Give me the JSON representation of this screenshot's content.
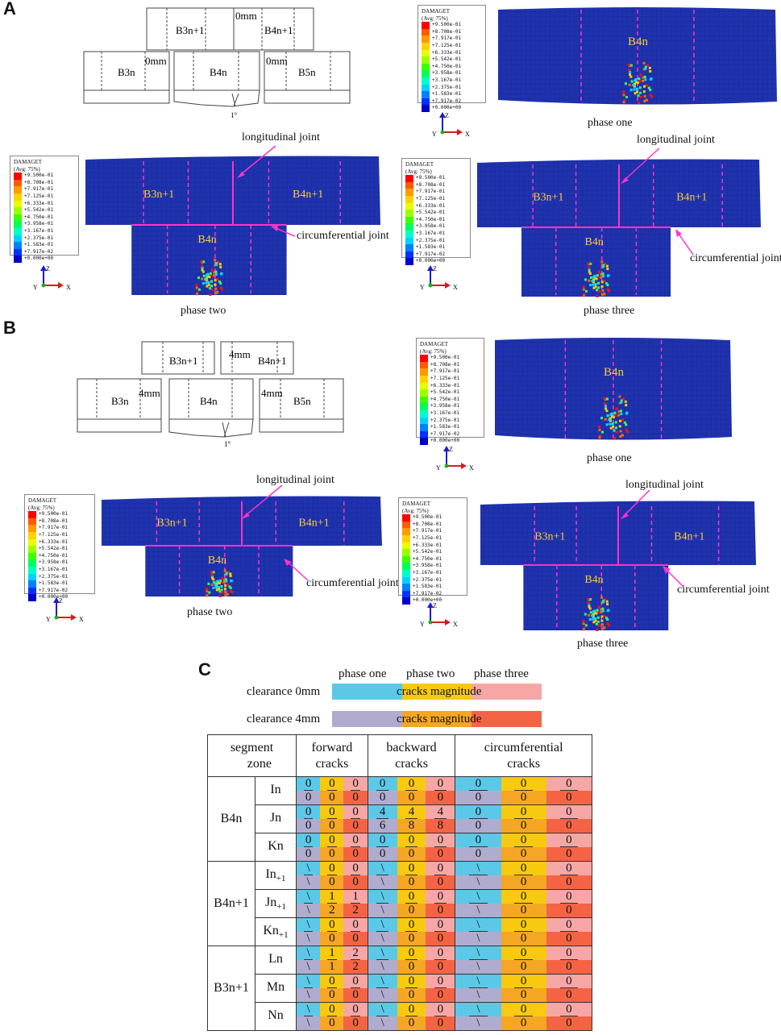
{
  "panels": {
    "A": {
      "letter": "A",
      "schematic": {
        "top_gap": "0mm",
        "side_gap_left": "0mm",
        "side_gap_right": "0mm",
        "labels": {
          "b3n1": "B3n+1",
          "b4n1": "B4n+1",
          "b3n": "B3n",
          "b4n": "B4n",
          "b5n": "B5n"
        },
        "angle": "1°"
      },
      "phase_one": {
        "segment": "B4n",
        "caption": "phase one"
      },
      "phase_two": {
        "left": "B3n+1",
        "right": "B4n+1",
        "bottom": "B4n",
        "caption": "phase two",
        "long_joint": "longitudinal joint",
        "circ_joint": "circumferential joint"
      },
      "phase_three": {
        "left": "B3n+1",
        "right": "B4n+1",
        "bottom": "B4n",
        "caption": "phase three",
        "long_joint": "longitudinal joint",
        "circ_joint": "circumferential joint"
      }
    },
    "B": {
      "letter": "B",
      "schematic": {
        "top_gap": "4mm",
        "side_gap_left": "4mm",
        "side_gap_right": "4mm",
        "labels": {
          "b3n1": "B3n+1",
          "b4n1": "B4n+1",
          "b3n": "B3n",
          "b4n": "B4n",
          "b5n": "B5n"
        },
        "angle": "1°"
      },
      "phase_one": {
        "segment": "B4n",
        "caption": "phase one"
      },
      "phase_two": {
        "left": "B3n+1",
        "right": "B4n+1",
        "bottom": "B4n",
        "caption": "phase two",
        "long_joint": "longitudinal joint",
        "circ_joint": "circumferential joint"
      },
      "phase_three": {
        "left": "B3n+1",
        "right": "B4n+1",
        "bottom": "B4n",
        "caption": "phase three",
        "long_joint": "longitudinal joint",
        "circ_joint": "circumferential joint"
      }
    },
    "C": {
      "letter": "C"
    }
  },
  "legend": {
    "title": "DAMAGET",
    "avg": "(Avg: 75%)",
    "values": [
      "+9.500e-01",
      "+8.708e-01",
      "+7.917e-01",
      "+7.125e-01",
      "+6.333e-01",
      "+5.542e-01",
      "+4.750e-01",
      "+3.958e-01",
      "+3.167e-01",
      "+2.375e-01",
      "+1.583e-01",
      "+7.917e-02",
      "+0.000e+00"
    ],
    "colors": [
      "#ff0000",
      "#ff5a00",
      "#ff9a00",
      "#ffd200",
      "#e6ff00",
      "#9bff00",
      "#3cff00",
      "#00ff5a",
      "#00ffc8",
      "#00d2ff",
      "#0082ff",
      "#0032ff",
      "#0000c8"
    ]
  },
  "axes": {
    "z": "Z",
    "x": "X",
    "y": "Y"
  },
  "colors": {
    "fem_blue": "#1a2fa8",
    "joint": "#ff33cc",
    "seg_text": "#ffcc33",
    "c_blue": "#5bc8e8",
    "c_yellow": "#f7c910",
    "c_pink": "#f7a6a6",
    "c_lav": "#b0acd0",
    "c_orange": "#f5a623",
    "c_red": "#f46444"
  },
  "part_c": {
    "phase_headers": [
      "phase one",
      "phase two",
      "phase three"
    ],
    "bars": [
      {
        "label": "clearance 0mm",
        "text": "cracks magnitude"
      },
      {
        "label": "clearance 4mm",
        "text": "cracks magnitude"
      }
    ],
    "table": {
      "corner_top": "segment",
      "corner_bottom": "zone",
      "col_headers": [
        "forward\ncracks",
        "backward\ncracks",
        "circumferential\ncracks"
      ],
      "groups": [
        {
          "segment": "B4n",
          "rows": [
            {
              "zone": "In",
              "sub": "",
              "top": [
                "0",
                "0",
                "0",
                "0",
                "0",
                "0",
                "0",
                "0",
                "0"
              ],
              "bot": [
                "0",
                "0",
                "0",
                "0",
                "0",
                "0",
                "0",
                "0",
                "0"
              ]
            },
            {
              "zone": "Jn",
              "sub": "",
              "top": [
                "0",
                "0",
                "0",
                "4",
                "4",
                "4",
                "0",
                "0",
                "0"
              ],
              "bot": [
                "0",
                "0",
                "0",
                "6",
                "8",
                "8",
                "0",
                "0",
                "0"
              ]
            },
            {
              "zone": "Kn",
              "sub": "",
              "top": [
                "0",
                "0",
                "0",
                "0",
                "0",
                "0",
                "0",
                "0",
                "0"
              ],
              "bot": [
                "0",
                "0",
                "0",
                "0",
                "0",
                "0",
                "0",
                "0",
                "0"
              ]
            }
          ]
        },
        {
          "segment": "B4n+1",
          "rows": [
            {
              "zone": "In",
              "sub": "+1",
              "top": [
                "\\",
                "0",
                "0",
                "\\",
                "0",
                "0",
                "\\",
                "0",
                "0"
              ],
              "bot": [
                "\\",
                "0",
                "0",
                "\\",
                "0",
                "0",
                "\\",
                "0",
                "0"
              ]
            },
            {
              "zone": "Jn",
              "sub": "+1",
              "top": [
                "\\",
                "1",
                "1",
                "\\",
                "0",
                "0",
                "\\",
                "0",
                "0"
              ],
              "bot": [
                "\\",
                "2",
                "2",
                "\\",
                "0",
                "0",
                "\\",
                "0",
                "0"
              ]
            },
            {
              "zone": "Kn",
              "sub": "+1",
              "top": [
                "\\",
                "0",
                "0",
                "\\",
                "0",
                "0",
                "\\",
                "0",
                "0"
              ],
              "bot": [
                "\\",
                "0",
                "0",
                "\\",
                "0",
                "0",
                "\\",
                "0",
                "0"
              ]
            }
          ]
        },
        {
          "segment": "B3n+1",
          "rows": [
            {
              "zone": "Ln",
              "sub": "",
              "top": [
                "\\",
                "1",
                "2",
                "\\",
                "0",
                "0",
                "\\",
                "0",
                "0"
              ],
              "bot": [
                "\\",
                "1",
                "2",
                "\\",
                "0",
                "0",
                "\\",
                "0",
                "0"
              ]
            },
            {
              "zone": "Mn",
              "sub": "",
              "top": [
                "\\",
                "0",
                "0",
                "\\",
                "0",
                "0",
                "\\",
                "0",
                "0"
              ],
              "bot": [
                "\\",
                "0",
                "0",
                "\\",
                "0",
                "0",
                "\\",
                "0",
                "0"
              ]
            },
            {
              "zone": "Nn",
              "sub": "",
              "top": [
                "\\",
                "0",
                "0",
                "\\",
                "0",
                "0",
                "\\",
                "0",
                "0"
              ],
              "bot": [
                "\\",
                "0",
                "0",
                "\\",
                "0",
                "0",
                "\\",
                "0",
                "0"
              ]
            }
          ]
        }
      ]
    }
  }
}
